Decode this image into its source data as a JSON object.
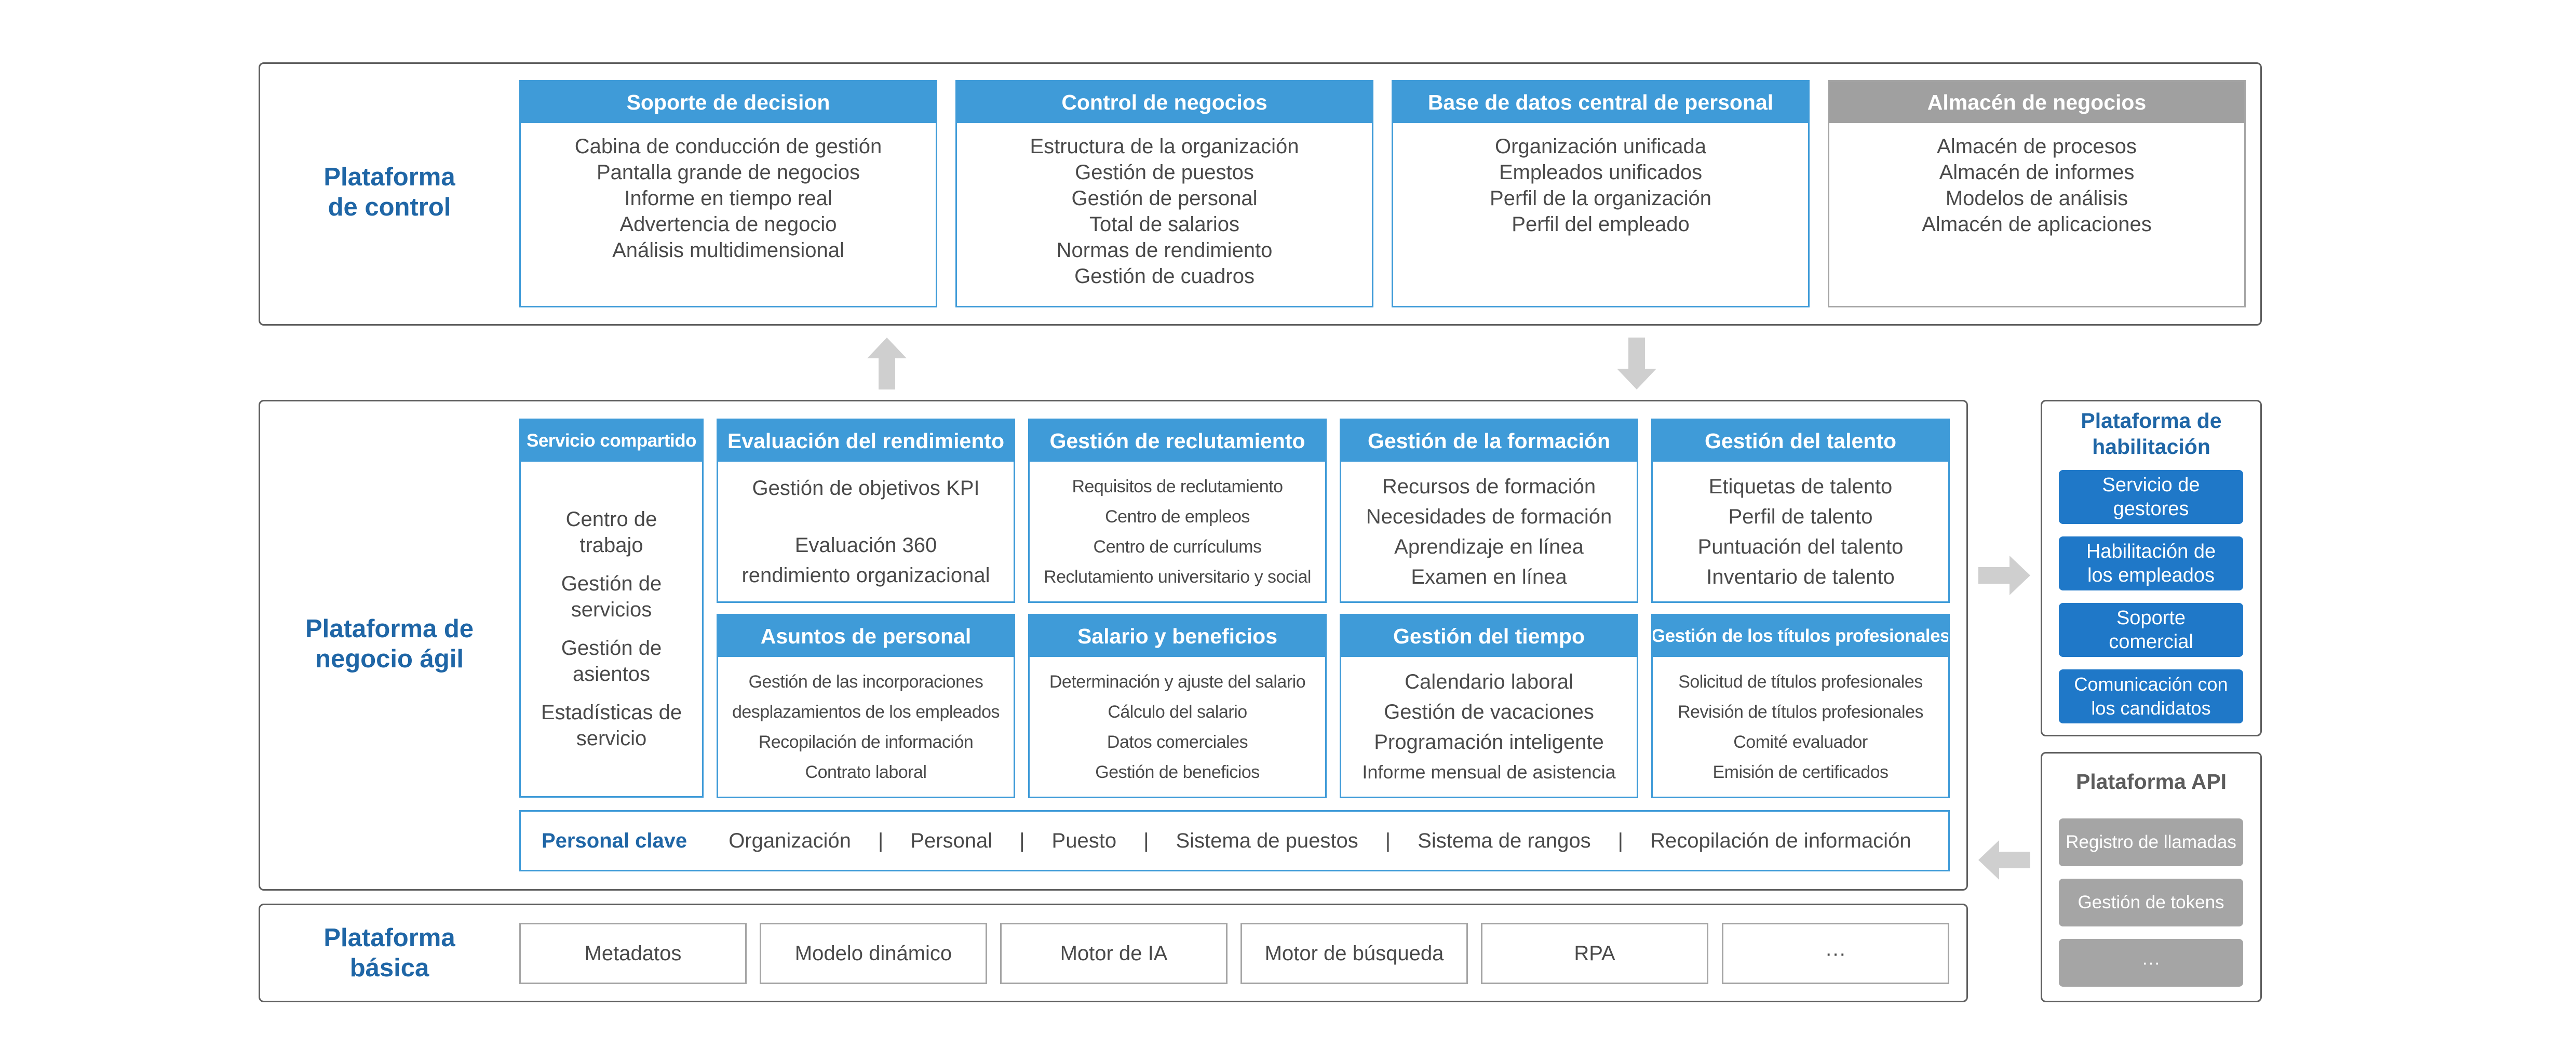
{
  "colors": {
    "accent": "#3f9bd8",
    "title": "#1f66a6",
    "gray": "#a0a0a0",
    "button": "#1f78c8",
    "arrow": "#cfcfcf"
  },
  "control": {
    "title_line1": "Plataforma",
    "title_line2": "de control",
    "cards": [
      {
        "title": "Soporte de decision",
        "items": [
          "Cabina de conducción de gestión",
          "Pantalla grande de negocios",
          "Informe en tiempo real",
          "Advertencia de negocio",
          "Análisis multidimensional"
        ]
      },
      {
        "title": "Control de negocios",
        "items": [
          "Estructura de la organización",
          "Gestión de puestos",
          "Gestión de personal",
          "Total de salarios",
          "Normas de rendimiento",
          "Gestión de cuadros"
        ]
      },
      {
        "title": "Base de datos central de personal",
        "items": [
          "Organización unificada",
          "Empleados unificados",
          "Perfil de la organización",
          "Perfil del empleado"
        ]
      },
      {
        "title": "Almacén de negocios",
        "items": [
          "Almacén de procesos",
          "Almacén de informes",
          "Modelos de análisis",
          "Almacén de aplicaciones"
        ]
      }
    ]
  },
  "agile": {
    "title_line1": "Plataforma de",
    "title_line2": "negocio ágil",
    "shared": {
      "title": "Servicio compartido",
      "items": [
        "Centro de trabajo",
        "Gestión de servicios",
        "Gestión de asientos",
        "Estadísticas de servicio"
      ]
    },
    "cards_row1": [
      {
        "title": "Evaluación del rendimiento",
        "items": [
          "Gestión de objetivos KPI",
          "",
          "Evaluación 360",
          "rendimiento organizacional"
        ]
      },
      {
        "title": "Gestión de reclutamiento",
        "items": [
          "Requisitos de reclutamiento",
          "Centro de empleos",
          "Centro de currículums",
          "Reclutamiento universitario y social"
        ]
      },
      {
        "title": "Gestión de la formación",
        "items": [
          "Recursos de formación",
          "Necesidades de formación",
          "Aprendizaje en línea",
          "Examen en línea"
        ]
      },
      {
        "title": "Gestión del talento",
        "items": [
          "Etiquetas de talento",
          "Perfil de talento",
          "Puntuación del talento",
          "Inventario de talento"
        ]
      }
    ],
    "cards_row2": [
      {
        "title": "Asuntos de personal",
        "items": [
          "Gestión de las incorporaciones",
          "desplazamientos de los empleados",
          "Recopilación de información",
          "Contrato laboral"
        ]
      },
      {
        "title": "Salario y beneficios",
        "items": [
          "Determinación y ajuste del salario",
          "Cálculo del salario",
          "Datos comerciales",
          "Gestión de beneficios"
        ]
      },
      {
        "title": "Gestión del tiempo",
        "items": [
          "Calendario laboral",
          "Gestión de vacaciones",
          "Programación inteligente",
          "Informe mensual de asistencia"
        ]
      },
      {
        "title": "Gestión de los títulos profesionales",
        "items": [
          "Solicitud de títulos profesionales",
          "Revisión de títulos profesionales",
          "Comité evaluador",
          "Emisión de certificados"
        ]
      }
    ],
    "key": {
      "title": "Personal clave",
      "items": [
        "Organización",
        "Personal",
        "Puesto",
        "Sistema de puestos",
        "Sistema de rangos",
        "Recopilación de información"
      ],
      "separator": "|"
    }
  },
  "basic": {
    "title_line1": "Plataforma",
    "title_line2": "básica",
    "items": [
      "Metadatos",
      "Modelo dinámico",
      "Motor de IA",
      "Motor de búsqueda",
      "RPA",
      "···"
    ]
  },
  "enable": {
    "title_line1": "Plataforma de",
    "title_line2": "habilitación",
    "buttons": [
      {
        "line1": "Servicio de",
        "line2": "gestores"
      },
      {
        "line1": "Habilitación de",
        "line2": "los empleados"
      },
      {
        "line1": "Soporte",
        "line2": "comercial"
      },
      {
        "line1": "Comunicación con",
        "line2": "los candidatos"
      }
    ]
  },
  "api": {
    "title": "Plataforma API",
    "buttons": [
      "Registro de llamadas",
      "Gestión de tokens",
      "···"
    ]
  }
}
